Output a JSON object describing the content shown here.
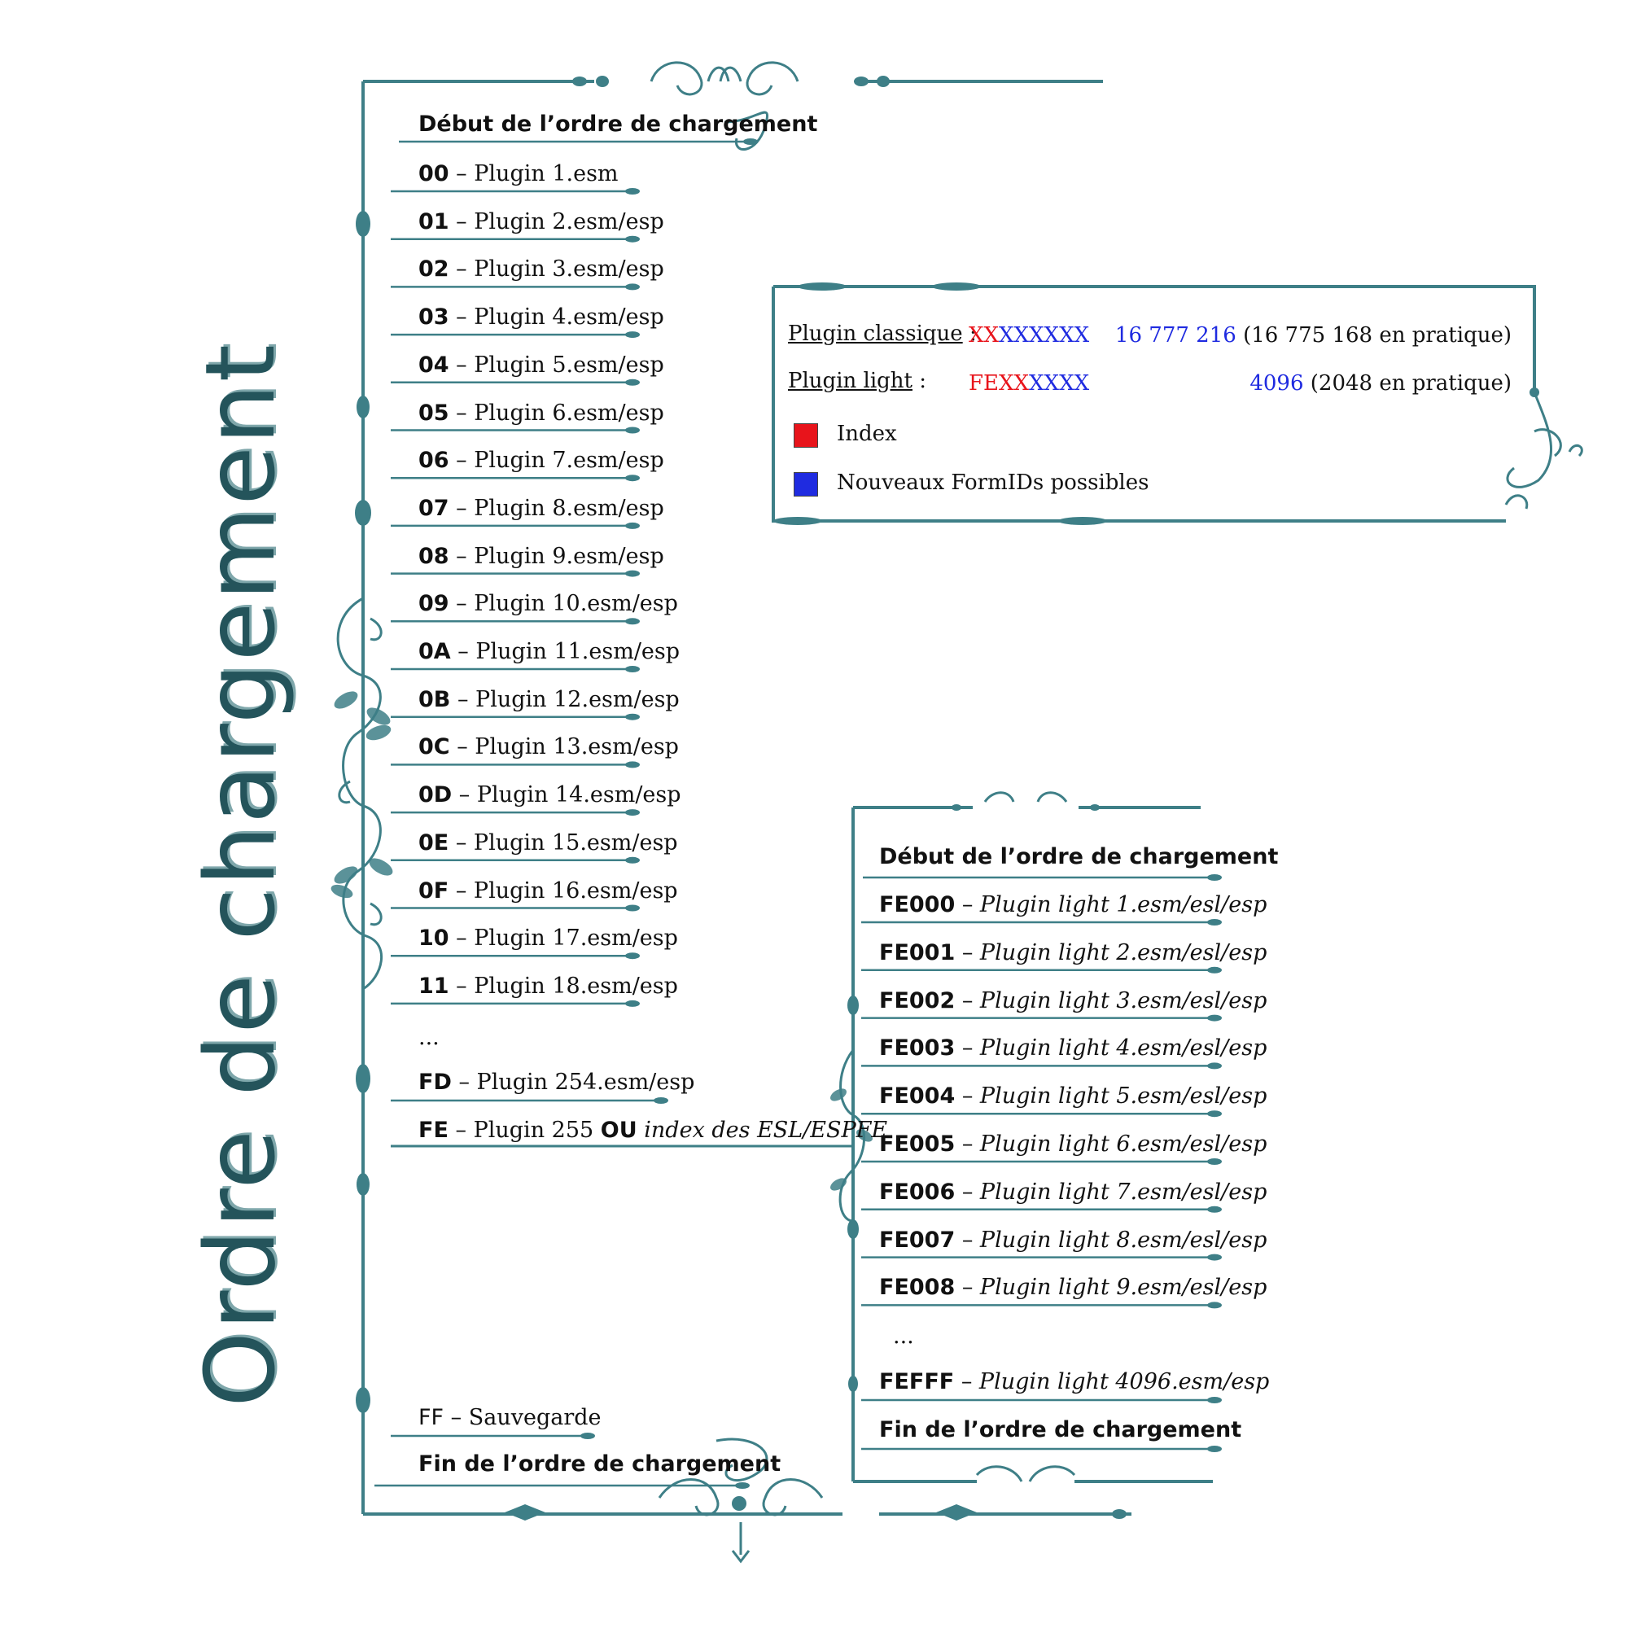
{
  "title": "Ordre de chargement",
  "main_list": {
    "start_label": "Début de l’ordre de chargement",
    "rows": [
      {
        "code": "00",
        "name": "Plugin 1.esm"
      },
      {
        "code": "01",
        "name": "Plugin 2.esm/esp"
      },
      {
        "code": "02",
        "name": "Plugin 3.esm/esp"
      },
      {
        "code": "03",
        "name": "Plugin 4.esm/esp"
      },
      {
        "code": "04",
        "name": "Plugin 5.esm/esp"
      },
      {
        "code": "05",
        "name": "Plugin 6.esm/esp"
      },
      {
        "code": "06",
        "name": "Plugin 7.esm/esp"
      },
      {
        "code": "07",
        "name": "Plugin 8.esm/esp"
      },
      {
        "code": "08",
        "name": "Plugin 9.esm/esp"
      },
      {
        "code": "09",
        "name": "Plugin 10.esm/esp"
      },
      {
        "code": "0A",
        "name": "Plugin 11.esm/esp"
      },
      {
        "code": "0B",
        "name": "Plugin 12.esm/esp"
      },
      {
        "code": "0C",
        "name": "Plugin 13.esm/esp"
      },
      {
        "code": "0D",
        "name": "Plugin 14.esm/esp"
      },
      {
        "code": "0E",
        "name": "Plugin 15.esm/esp"
      },
      {
        "code": "0F",
        "name": "Plugin 16.esm/esp"
      },
      {
        "code": "10",
        "name": "Plugin 17.esm/esp"
      },
      {
        "code": "11",
        "name": "Plugin 18.esm/esp"
      }
    ],
    "ellipsis": "...",
    "fd_row": {
      "code": "FD",
      "name": "Plugin 254.esm/esp"
    },
    "fe_row": {
      "code": "FE",
      "name_prefix": "Plugin 255",
      "ou": "OU",
      "name_suffix": "index des ESL/ESPFE"
    },
    "ff_row": {
      "code": "FF",
      "name": "Sauvegarde"
    },
    "end_label": "Fin de l’ordre de chargement"
  },
  "light_list": {
    "start_label": "Début de l’ordre de chargement",
    "rows": [
      {
        "code": "FE000",
        "name": "Plugin light 1.esm/esl/esp"
      },
      {
        "code": "FE001",
        "name": "Plugin light 2.esm/esl/esp"
      },
      {
        "code": "FE002",
        "name": "Plugin light 3.esm/esl/esp"
      },
      {
        "code": "FE003",
        "name": "Plugin light 4.esm/esl/esp"
      },
      {
        "code": "FE004",
        "name": "Plugin light 5.esm/esl/esp"
      },
      {
        "code": "FE005",
        "name": "Plugin light 6.esm/esl/esp"
      },
      {
        "code": "FE006",
        "name": "Plugin light 7.esm/esl/esp"
      },
      {
        "code": "FE007",
        "name": "Plugin light 8.esm/esl/esp"
      },
      {
        "code": "FE008",
        "name": "Plugin light 9.esm/esl/esp"
      }
    ],
    "ellipsis": "...",
    "last_row": {
      "code": "FEFFF",
      "name": "Plugin light 4096.esm/esp"
    },
    "end_label": "Fin de l’ordre de chargement"
  },
  "legend": {
    "classic_label": "Plugin classique",
    "classic_index": "XX",
    "classic_formids": "XXXXXX",
    "classic_count": "16 777 216",
    "classic_note": "(16 775 168 en pratique)",
    "light_label": "Plugin light",
    "light_index": "FEXX",
    "light_formids": "XXXX",
    "light_count": "4096",
    "light_note": "(2048 en pratique)",
    "colon": ":",
    "index_label": "Index",
    "formids_label": "Nouveaux FormIDs possibles",
    "index_color": "#e8141b",
    "formids_color": "#1f2be0"
  },
  "colors": {
    "ornament": "#3e7f87",
    "title": "#24545b"
  }
}
